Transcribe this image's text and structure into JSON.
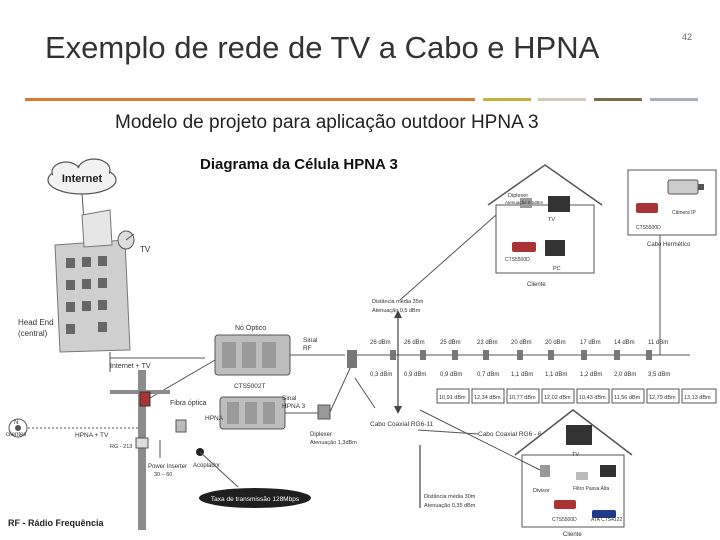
{
  "slide": {
    "title": "Exemplo de rede de TV a Cabo e HPNA",
    "page_number": "42",
    "subtitle": "Modelo de projeto para aplicação outdoor HPNA 3",
    "diagram_title": "Diagrama da Célula HPNA 3",
    "accent_bars": [
      "#d97a33",
      "#c0b23a",
      "#cfcabb",
      "#7c6a4c",
      "#a7aeb5"
    ]
  },
  "diagram": {
    "internet": "Internet",
    "tv": "TV",
    "head_end": "Head End",
    "head_end_sub": "(central)",
    "internet_tv": "Internet + TV",
    "no_optico": "Nó Óptico",
    "sinal_rf_a": "Sinal",
    "sinal_rf_b": "RF",
    "cts_a": "CTS5002T",
    "fibra_optica": "Fibra óptica",
    "hpna": "HPNA",
    "sinal_hpna_a": "Sinal",
    "sinal_hpna_b": "HPNA 3",
    "diplexer": "Diplexer",
    "diplexer_sub": "Atenuação 1,3dBm",
    "sinal_hpna_tv": "HPNA + TV",
    "clientes_a": "N",
    "clientes_b": "clientes",
    "rg_label": "RG - 213",
    "power_inserter": "Power Inserter",
    "power_sub": "30 – 60",
    "acoplador": "Acoplador",
    "tx_rate": "Taxa de transmissão 128Mbps",
    "rf_note": "RF - Rádio Frequência",
    "dist_top_a": "Distância média 35m",
    "dist_top_b": "Atenuação 0,5 dBm",
    "dist_bot_a": "Distância média 30m",
    "dist_bot_b": "Atenuação 0,35 dBm",
    "cabo_rg11": "Cabo Coaxial RG6-11",
    "cabo_rg6": "Cabo Coaxial RG6 - 6",
    "cabo_hermetico": "Cabo Hermético",
    "cliente_top": "Cliente",
    "cliente_bot": "Cliente",
    "diplexer_house": "Diplexer",
    "diplexer_house_sub": "Atenuação 0,5dBm",
    "tv_house": "TV",
    "pc_house": "PC",
    "cts_house": "CTS5500D",
    "camera": "Câmera IP",
    "cts_camera": "CTS5500D",
    "divisor": "Divisor",
    "filtro": "Filtro Passa Alta",
    "tv_house2": "TV",
    "cts_house2": "CTS5500D",
    "ata": "ATA CTS4122",
    "row1": [
      "26 dBm",
      "26 dBm",
      "25 dBm",
      "23 dBm",
      "20 dBm",
      "20 dBm",
      "17 dBm",
      "14 dBm",
      "11 dBm"
    ],
    "row2": [
      "0,3 dBm",
      "0,9 dBm",
      "0,9 dBm",
      "0,7 dBm",
      "1,1 dBm",
      "1,1 dBm",
      "1,2 dBm",
      "2,0 dBm",
      "3,5 dBm"
    ],
    "row3": [
      "10,91 dBm",
      "12,34 dBm",
      "10,77 dBm",
      "12,02 dBm",
      "10,43 dBm",
      "11,56 dBm",
      "12,79 dBm",
      "13,13 dBm"
    ]
  }
}
